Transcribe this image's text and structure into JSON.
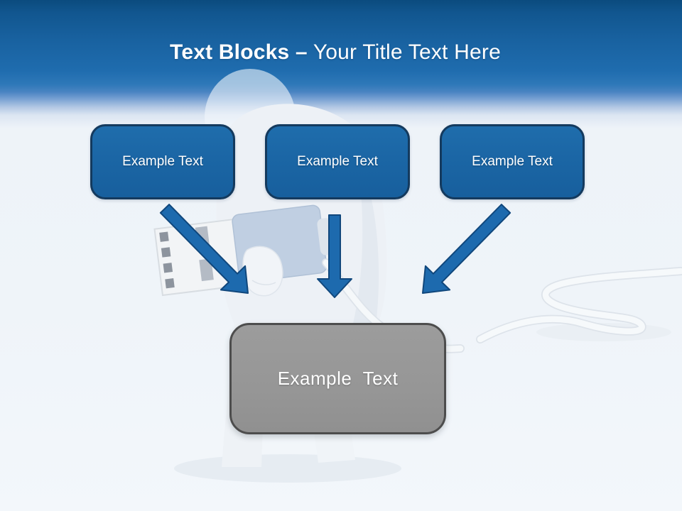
{
  "slide": {
    "title": {
      "bold": "Text Blocks –",
      "regular": "Your Title Text Here"
    },
    "blocks": [
      {
        "label": "Example Text"
      },
      {
        "label": "Example Text"
      },
      {
        "label": "Example Text"
      }
    ],
    "result": {
      "label": "Example Text"
    },
    "colors": {
      "header_blue_top": "#0b4b7e",
      "header_blue_mid": "#1f6cae",
      "block_fill": "#1b66a5",
      "block_border": "#143a5e",
      "arrow_fill": "#1d6aae",
      "arrow_border": "#10477c",
      "result_fill": "#969696",
      "result_border": "#4d4d4d",
      "title_text": "#ffffff",
      "block_text": "#ffffff"
    }
  }
}
